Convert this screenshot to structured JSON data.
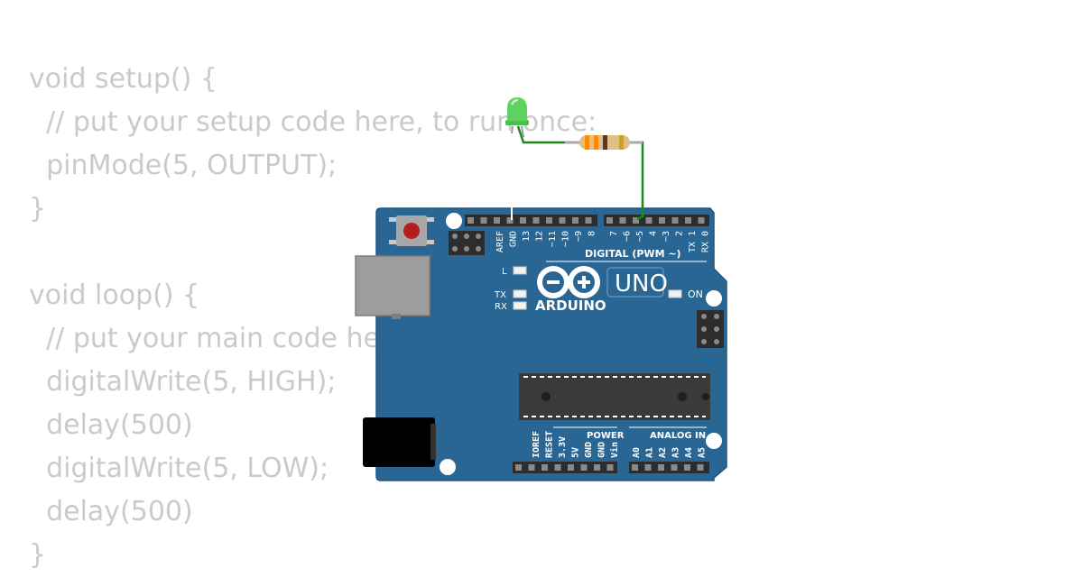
{
  "code_lines": [
    "void setup() {",
    "  // put your setup code here, to run once:",
    "  pinMode(5, OUTPUT);",
    "}",
    "",
    "void loop() {",
    "  // put your main code here, to run repeatedly:",
    "  digitalWrite(5, HIGH);",
    "  delay(500)",
    "  digitalWrite(5, LOW);",
    "  delay(500)",
    "}"
  ],
  "board": {
    "model": "UNO",
    "brand": "ARDUINO",
    "digital_header_label": "DIGITAL (PWM ~)",
    "power_label": "POWER",
    "analog_label": "ANALOG IN",
    "on_label": "ON",
    "led_labels": {
      "l": "L",
      "tx": "TX",
      "rx": "RX"
    },
    "digital_pins_left": [
      "AREF",
      "GND",
      "13",
      "12",
      "~11",
      "~10",
      "~9",
      "8"
    ],
    "digital_pins_right": [
      "7",
      "~6",
      "~5",
      "4",
      "~3",
      "2",
      "TX 1",
      "RX 0"
    ],
    "power_pins": [
      "IOREF",
      "RESET",
      "3.3V",
      "5V",
      "GND",
      "GND",
      "Vin"
    ],
    "analog_pins": [
      "A0",
      "A1",
      "A2",
      "A3",
      "A4",
      "A5"
    ]
  },
  "colors": {
    "board": "#2a6694",
    "board_outline": "#1f5580",
    "code_text": "#cacaca",
    "wire": "#1a8a1a",
    "led": "#5fd25f",
    "usb": "#9d9d9d",
    "chip": "#3a3a3a",
    "reset_button": "#b41e1e"
  },
  "icons": {
    "logo": "arduino-infinity-icon",
    "led": "green-led-icon",
    "resistor": "resistor-icon"
  }
}
